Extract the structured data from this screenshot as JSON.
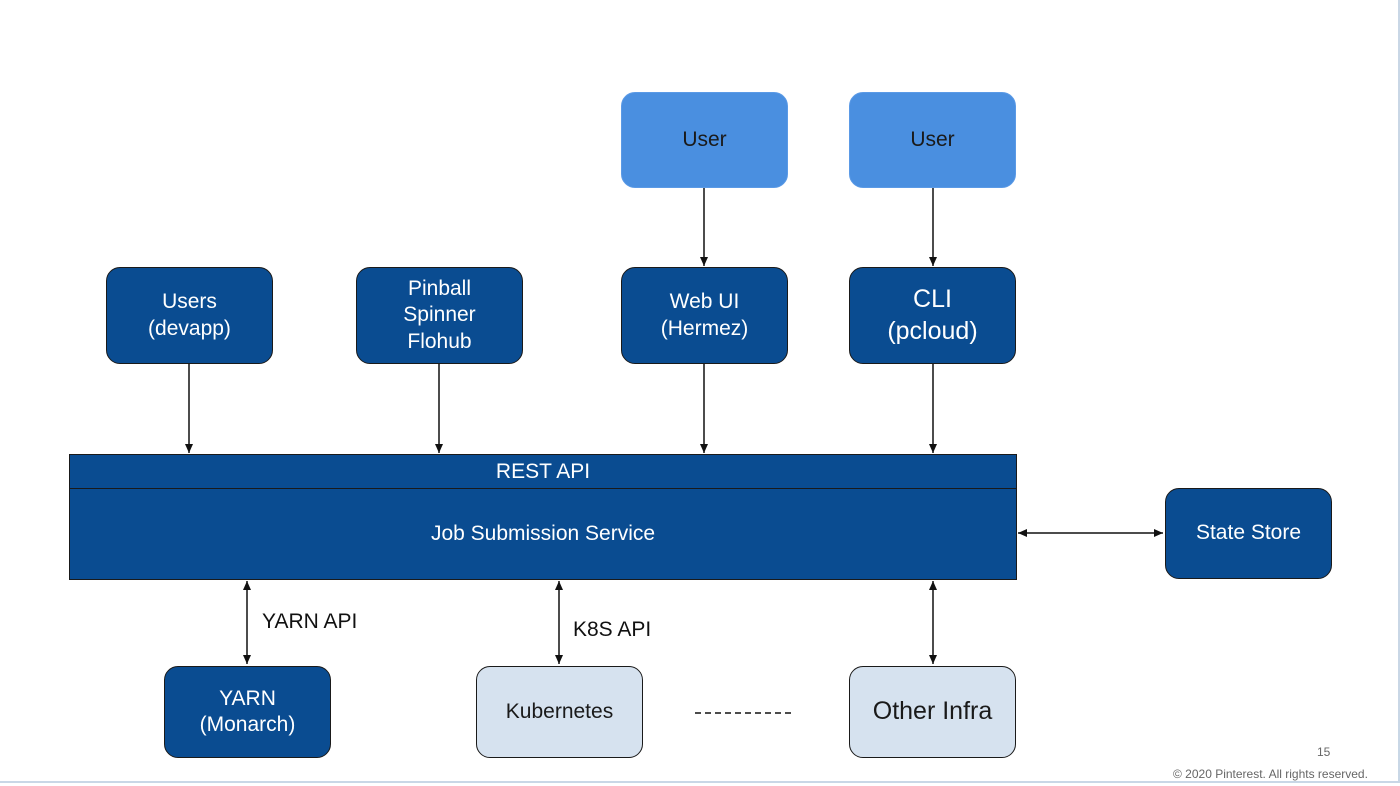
{
  "boxes": {
    "user_web": "User",
    "user_cli": "User",
    "users_devapp": "Users\n(devapp)",
    "pinball": "Pinball\nSpinner\nFlohub",
    "web_ui": "Web UI\n(Hermez)",
    "cli": "CLI\n(pcloud)",
    "state_store": "State Store",
    "yarn": "YARN\n(Monarch)",
    "kubernetes": "Kubernetes",
    "other_infra": "Other Infra"
  },
  "service": {
    "rest_api": "REST API",
    "job_submission": "Job Submission Service"
  },
  "edge_labels": {
    "yarn_api": "YARN API",
    "k8s_api": "K8S API"
  },
  "footer": {
    "page_number": "15",
    "copyright": "© 2020 Pinterest. All rights reserved."
  },
  "colors": {
    "dark_blue": "#0a4c91",
    "user_blue": "#4a8fe0",
    "light_blue": "#d6e2ef"
  }
}
